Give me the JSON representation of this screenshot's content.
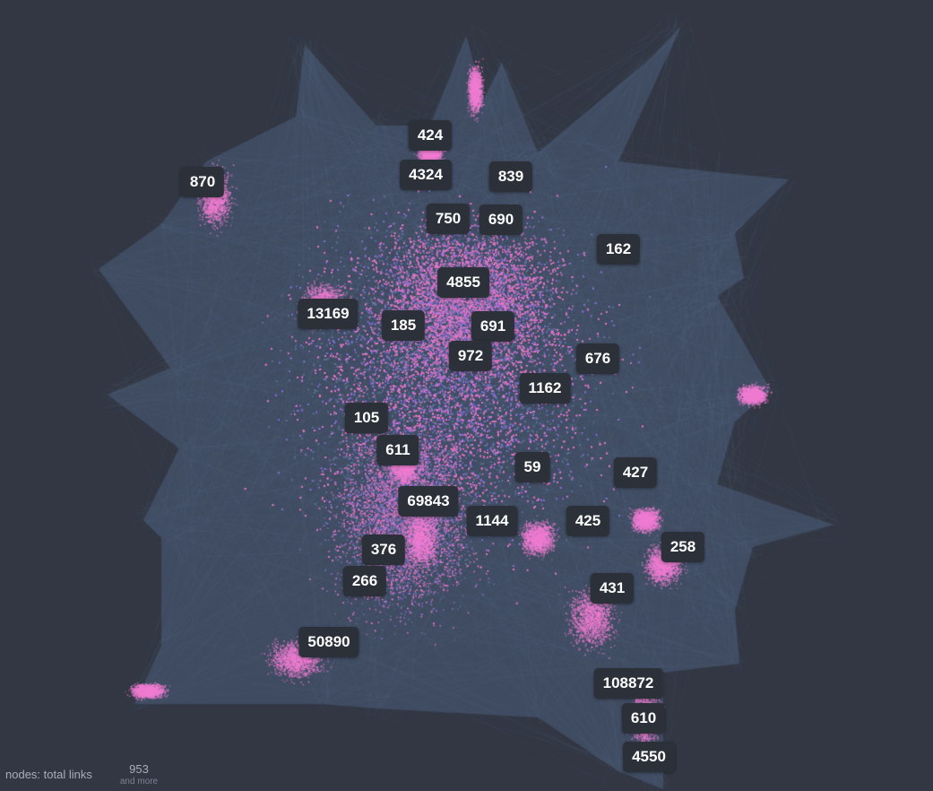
{
  "graph": {
    "node_labels": [
      "424",
      "4324",
      "839",
      "870",
      "750",
      "690",
      "162",
      "4855",
      "13169",
      "185",
      "691",
      "972",
      "676",
      "1162",
      "105",
      "611",
      "59",
      "427",
      "69843",
      "1144",
      "425",
      "258",
      "376",
      "266",
      "431",
      "50890",
      "108872",
      "610",
      "4550"
    ],
    "colors": {
      "background": "#323743",
      "edge": "#5b6f8c",
      "node_pink": "#e878c8",
      "node_purple": "#8a6fd6",
      "label_bg": "#2b3039",
      "label_text": "#ffffff"
    }
  },
  "legend": {
    "caption": "nodes: total links",
    "value": "953",
    "more": "and more"
  }
}
